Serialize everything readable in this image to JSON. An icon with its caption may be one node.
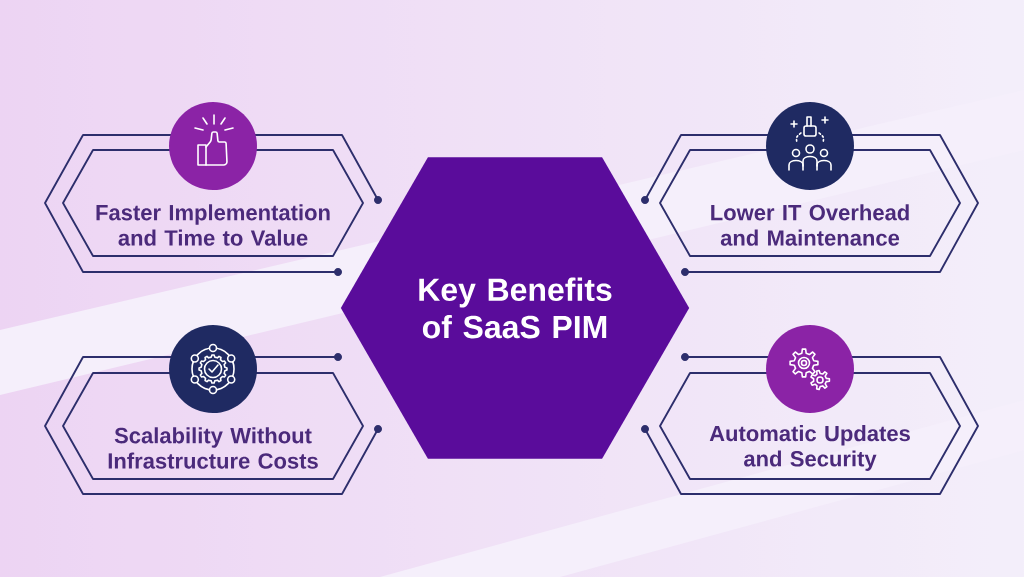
{
  "diagram": {
    "nodes": [
      {
        "text": [
          "Key Benefits of SaaS PIM"
        ]
      },
      {
        "text": [
          "Faster Implementation and Time to Value"
        ]
      },
      {
        "text": [
          "Lower IT Overhead and Maintenance"
        ]
      },
      {
        "text": [
          "Scalability Without Infrastructure Costs"
        ]
      },
      {
        "text": [
          "Automatic Updates and Security"
        ]
      }
    ]
  }
}
